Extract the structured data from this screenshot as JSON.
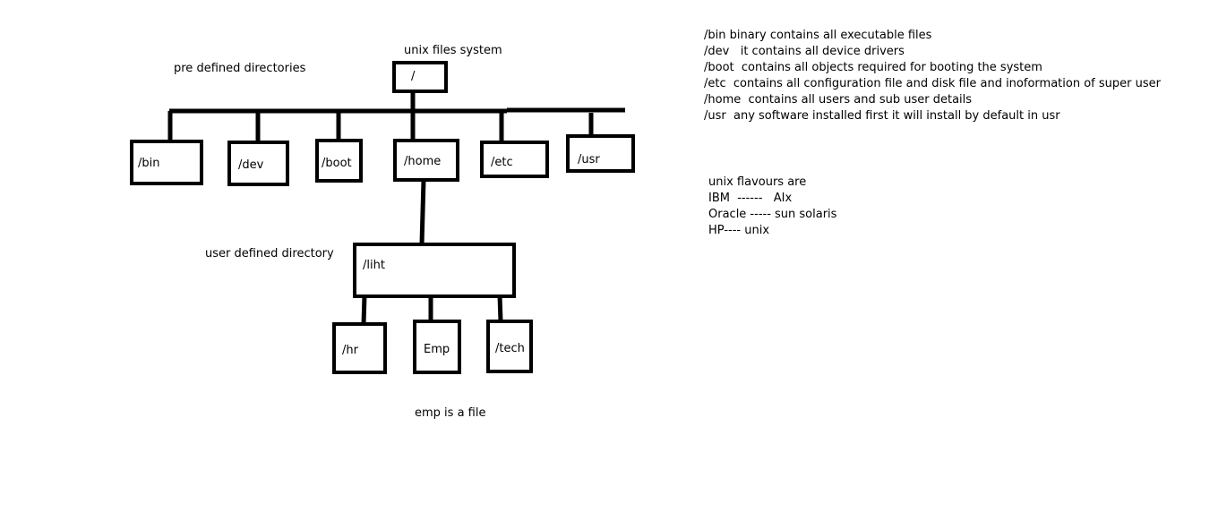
{
  "labels": {
    "title": "unix files system",
    "predefined": "pre defined directories",
    "userdefined": "user defined directory",
    "file_note": "emp is a file"
  },
  "root": "/",
  "predefined_dirs": [
    "/bin",
    "/dev",
    "/boot",
    "/home",
    "/etc",
    "/usr"
  ],
  "user_dir": "/liht",
  "user_children": [
    "/hr",
    "Emp",
    "/tech"
  ],
  "notes": [
    "/bin binary contains all executable files",
    "/dev   it contains all device drivers",
    "/boot  contains all objects required for booting the system",
    "/etc  contains all configuration file and disk file and inoformation of super user",
    "/home  contains all users and sub user details",
    "/usr  any software installed first it will install by default in usr"
  ],
  "flavours": {
    "heading": "unix flavours are",
    "items": [
      "IBM  ------   AIx",
      "Oracle ----- sun solaris",
      "HP---- unix"
    ]
  }
}
